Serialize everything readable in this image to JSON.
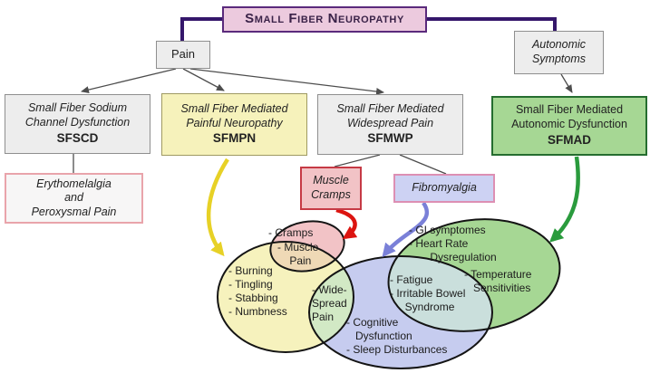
{
  "title": "Small Fiber Neuropathy",
  "nodes": {
    "pain": "Pain",
    "autonomic": "Autonomic\nSymptoms",
    "sfscd": {
      "line1": "Small Fiber Sodium",
      "line2": "Channel Dysfunction",
      "acronym": "SFSCD"
    },
    "sfmpn": {
      "line1": "Small Fiber Mediated",
      "line2": "Painful Neuropathy",
      "acronym": "SFMPN"
    },
    "sfmwp": {
      "line1": "Small Fiber Mediated",
      "line2": "Widespread Pain",
      "acronym": "SFMWP"
    },
    "sfmad": {
      "line1": "Small Fiber Mediated",
      "line2": "Autonomic Dysfunction",
      "acronym": "SFMAD"
    },
    "erythomelalgia": "Erythomelalgia\nand\nPeroxysmal Pain",
    "muscle_cramps": "Muscle\nCramps",
    "fibromyalgia": "Fibromyalgia"
  },
  "venn": {
    "cramps": "- Cramps",
    "muscle_pain": "- Muscle\n    Pain",
    "pain_symptoms": "- Burning\n- Tingling\n- Stabbing\n- Numbness",
    "widespread_pain": "- Wide-\nSpread\nPain",
    "fatigue_overlap": "- Fatigue\n- Irritable Bowel\n     Syndrome",
    "cognitive": "- Cognitive\n   Dysfunction\n- Sleep Disturbances",
    "autonomic_top": "- GI symptomes\n- Heart Rate\n       Dysregulation",
    "autonomic_right": "- Temperature\n   Sensitivities"
  },
  "colors": {
    "title_fill": "#eccade",
    "title_border": "#5a2a7c",
    "connector_purple": "#35176b",
    "gray_fill": "#ededed",
    "yellow_fill": "#f6f2bb",
    "green_fill": "#a6d794",
    "green_border": "#256d2f",
    "pink_fill": "#f2c3c6",
    "pink_border": "#c63a45",
    "lavender_fill": "#cdd2f3",
    "lavender_border": "#dd8fb3",
    "eryth_border": "#e9a4ab",
    "venn_yellow": "#f6f2bd",
    "venn_pink": "#f2c3c6",
    "venn_tan": "#efd9b6",
    "venn_blue": "#c6ccef",
    "venn_yellow_blue_overlap": "#d2e9c5",
    "venn_green": "#a6d794",
    "venn_blue_green_overlap": "#cadfdc",
    "arrow_yellow": "#e7d126",
    "arrow_red": "#dc1410",
    "arrow_purple": "#7a80d8",
    "arrow_green": "#2a9b3d"
  }
}
